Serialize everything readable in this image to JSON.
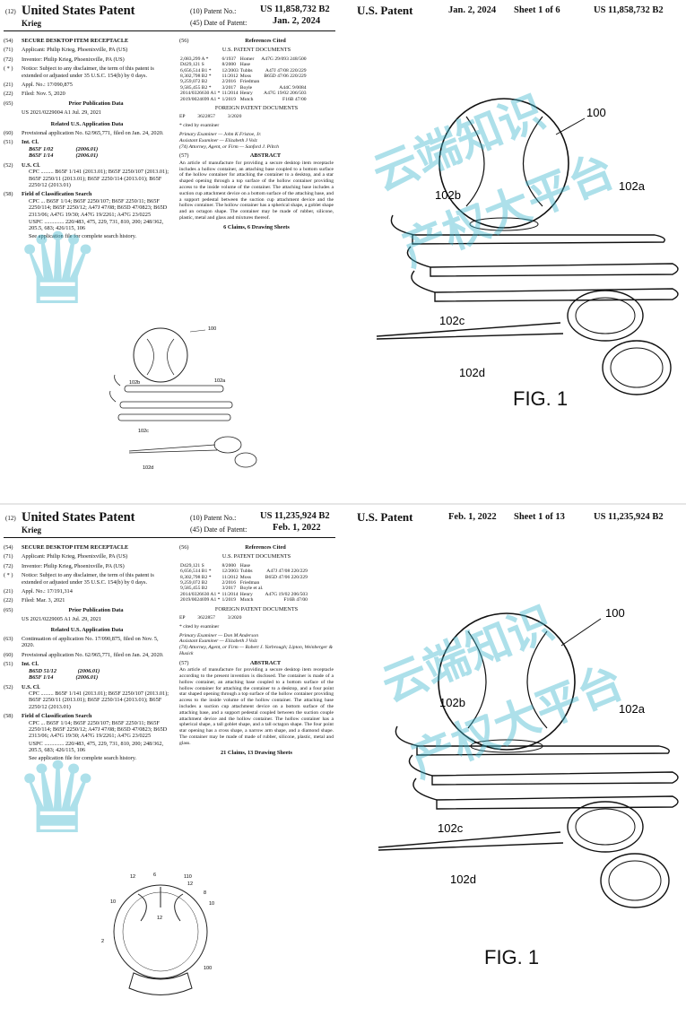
{
  "doc1": {
    "left": {
      "tag_num": "(12)",
      "title": "United States Patent",
      "inventor_surname": "Krieg",
      "pn_label": "(10) Patent No.:",
      "pn_value": "US 11,858,732 B2",
      "date_label": "(45) Date of Patent:",
      "date_value": "Jan. 2, 2024",
      "f54": "(54)",
      "title_text": "SECURE DESKTOP ITEM RECEPTACLE",
      "f71": "(71)",
      "applicant": "Applicant: Philip Krieg, Phoenixville, PA (US)",
      "f72": "(72)",
      "inventor": "Inventor: Philip Krieg, Phoenixville, PA (US)",
      "fnot": "( * )",
      "notice": "Notice: Subject to any disclaimer, the term of this patent is extended or adjusted under 35 U.S.C. 154(b) by 0 days.",
      "f21": "(21)",
      "appl": "Appl. No.: 17/090,875",
      "f22": "(22)",
      "filed": "Filed: Nov. 5, 2020",
      "f65": "(65)",
      "prior_head": "Prior Publication Data",
      "prior_line": "US 2021/0229004 A1     Jul. 29, 2021",
      "related_head": "Related U.S. Application Data",
      "f60": "(60)",
      "provisional": "Provisional application No. 62/965,771, filed on Jan. 24, 2020.",
      "f51": "(51)",
      "intcl": "Int. Cl.",
      "intcl1": "B65F 1/02                (2006.01)",
      "intcl2": "B65F 1/14                (2006.01)",
      "f52": "(52)",
      "uscl": "U.S. Cl.",
      "cpc": "CPC ......... B65F 1/141 (2013.01); B65F 2250/107 (2013.01); B65F 2250/11 (2013.01); B65F 2250/114 (2013.01); B65F 2250/12 (2013.01)",
      "f58": "(58)",
      "field_head": "Field of Classification Search",
      "field_cpc": "CPC ... B65F 1/14; B65F 2250/107; B65F 2250/11; B65F 2250/114; B65F 2250/12; A47J 47/08; B65D 47/0823; B65D 2313/06; A47G 19/30; A47G 19/2261; A47G 23/0225",
      "uspc": "USPC .............. 220/483, 475, 229, 731, 810, 200; 248/362, 205.5, 683; 426/115, 106",
      "see_app": "See application file for complete search history.",
      "f56": "(56)",
      "refs_head": "References Cited",
      "us_docs": "U.S. PATENT DOCUMENTS",
      "refs": [
        [
          "2,083,299 A *",
          "6/1937",
          "Homer",
          "A47G 29/093 248/500"
        ],
        [
          "D429,121 S",
          "8/2000",
          "Hase",
          ""
        ],
        [
          "6,656,514 B1 *",
          "12/2003",
          "Tubbs",
          "A47J 47/08 220/229"
        ],
        [
          "8,302,798 B2 *",
          "11/2012",
          "Moss",
          "B65D 47/06 220/229"
        ],
        [
          "9,259,072 B2",
          "2/2016",
          "Friedman",
          ""
        ],
        [
          "9,585,455 B2 *",
          "3/2017",
          "Boyle",
          "A44C 9/0084"
        ],
        [
          "2014/0326630 A1 *",
          "11/2014",
          "Henry",
          "A47G 19/02 206/503"
        ],
        [
          "2019/0024699 A1 *",
          "1/2019",
          "Mutch",
          "F16B 47/00"
        ]
      ],
      "foreign_head": "FOREIGN PATENT DOCUMENTS",
      "foreign": "EP          3622857          3/2020",
      "cited": "* cited by examiner",
      "primary": "Primary Examiner — John K Fristoe, Jr.",
      "assistant": "Assistant Examiner — Elizabeth J Volz",
      "attorney": "(74) Attorney, Agent, or Firm — Sanford J. Piltch",
      "f57": "(57)",
      "abstract_head": "ABSTRACT",
      "abstract": "An article of manufacture for providing a secure desktop item receptacle includes a hollow container, an attaching base coupled to a bottom surface of the hollow container for attaching the container to a desktop, and a star shaped opening through a top surface of the hollow container providing access to the inside volume of the container. The attaching base includes a suction cup attachment device on a bottom surface of the attaching base, and a support pedestal between the suction cup attachment device and the hollow container. The hollow container has a spherical shape, a goblet shape and an octagon shape. The container may be made of rubber, silicone, plastic, metal and glass and mixtures thereof.",
      "claims": "6 Claims, 6 Drawing Sheets",
      "fig_labels": [
        "100",
        "102b",
        "102a",
        "102c",
        "102d"
      ]
    },
    "right": {
      "us_patent": "U.S. Patent",
      "date": "Jan. 2, 2024",
      "sheet": "Sheet 1 of 6",
      "number": "US 11,858,732 B2",
      "labels": [
        "100",
        "102b",
        "102a",
        "102c",
        "102d"
      ],
      "fig": "FIG. 1"
    }
  },
  "doc2": {
    "left": {
      "tag_num": "(12)",
      "title": "United States Patent",
      "inventor_surname": "Krieg",
      "pn_label": "(10) Patent No.:",
      "pn_value": "US 11,235,924 B2",
      "date_label": "(45) Date of Patent:",
      "date_value": "Feb. 1, 2022",
      "f54": "(54)",
      "title_text": "SECURE DESKTOP ITEM RECEPTACLE",
      "f71": "(71)",
      "applicant": "Applicant: Philip Krieg, Phoenixville, PA (US)",
      "f72": "(72)",
      "inventor": "Inventor: Philip Krieg, Phoenixville, PA (US)",
      "fnot": "( * )",
      "notice": "Notice: Subject to any disclaimer, the term of this patent is extended or adjusted under 35 U.S.C. 154(b) by 0 days.",
      "f21": "(21)",
      "appl": "Appl. No.: 17/191,314",
      "f22": "(22)",
      "filed": "Filed: Mar. 3, 2021",
      "f65": "(65)",
      "prior_head": "Prior Publication Data",
      "prior_line": "US 2021/0229005 A1     Jul. 29, 2021",
      "related_head": "Related U.S. Application Data",
      "f63": "(63)",
      "continuation": "Continuation of application No. 17/090,875, filed on Nov. 5, 2020.",
      "f60": "(60)",
      "provisional": "Provisional application No. 62/965,771, filed on Jan. 24, 2020.",
      "f51": "(51)",
      "intcl": "Int. Cl.",
      "intcl1": "B65D 51/12               (2006.01)",
      "intcl2": "B65F 1/14                (2006.01)",
      "f52": "(52)",
      "uscl": "U.S. Cl.",
      "cpc": "CPC ......... B65F 1/141 (2013.01); B65F 2250/107 (2013.01); B65F 2250/11 (2013.01); B65F 2250/114 (2013.01); B65F 2250/12 (2013.01)",
      "f58": "(58)",
      "field_head": "Field of Classification Search",
      "field_cpc": "CPC ... B65F 1/14; B65F 2250/107; B65F 2250/11; B65F 2250/114; B65F 2250/12; A47J 47/08; B65D 47/0823; B65D 2313/06; A47G 19/30; A47G 19/2261; A47G 23/0225",
      "uspc": "USPC .............. 220/483, 475, 229, 731, 810, 200; 248/362, 205.5, 683; 426/115, 106",
      "see_app": "See application file for complete search history.",
      "f56": "(56)",
      "refs_head": "References Cited",
      "us_docs": "U.S. PATENT DOCUMENTS",
      "refs": [
        [
          "D429,121 S",
          "8/2000",
          "Hase",
          ""
        ],
        [
          "6,656,514 B1 *",
          "12/2003",
          "Tubbs",
          "A47J 47/08 220/229"
        ],
        [
          "8,302,798 B2 *",
          "11/2012",
          "Moss",
          "B65D 47/06 220/229"
        ],
        [
          "9,259,072 B2",
          "2/2016",
          "Friedman",
          ""
        ],
        [
          "9,585,455 B2",
          "3/2017",
          "Boyle et al.",
          ""
        ],
        [
          "2014/0326630 A1 *",
          "11/2014",
          "Henry",
          "A47G 19/02 206/503"
        ],
        [
          "2019/0024699 A1 *",
          "1/2019",
          "Mutch",
          "F16B 47/00"
        ]
      ],
      "foreign_head": "FOREIGN PATENT DOCUMENTS",
      "foreign": "EP          3622857          3/2020",
      "cited": "* cited by examiner",
      "primary": "Primary Examiner — Don M Anderson",
      "assistant": "Assistant Examiner — Elizabeth J Volz",
      "attorney": "(74) Attorney, Agent, or Firm — Robert J. Yarbrough; Lipton, Weinberger & Husick",
      "f57": "(57)",
      "abstract_head": "ABSTRACT",
      "abstract": "An article of manufacture for providing a secure desktop item receptacle according to the present invention is disclosed. The container is made of a hollow container, an attaching base coupled to a bottom surface of the hollow container for attaching the container to a desktop, and a four point star shaped opening through a top surface of the hollow container providing access to the inside volume of the hollow container. The attaching base includes a suction cup attachment device on a bottom surface of the attaching base, and a support pedestal coupled between the suction couple attachment device and the hollow container. The hollow container has a spherical shape, a tall goblet shape, and a tall octagon shape. The four point star opening has a cross shape, a narrow arm shape, and a diamond shape. The container may be made of made of rubber, silicone, plastic, metal and glass.",
      "claims": "21 Claims, 13 Drawing Sheets",
      "fig_labels": [
        "12",
        "6",
        "110",
        "12",
        "8",
        "10",
        "10",
        "12",
        "2",
        "100"
      ]
    },
    "right": {
      "us_patent": "U.S. Patent",
      "date": "Feb. 1, 2022",
      "sheet": "Sheet 1 of 13",
      "number": "US 11,235,924 B2",
      "labels": [
        "100",
        "102b",
        "102a",
        "102c",
        "102d"
      ],
      "fig": "FIG. 1"
    }
  }
}
